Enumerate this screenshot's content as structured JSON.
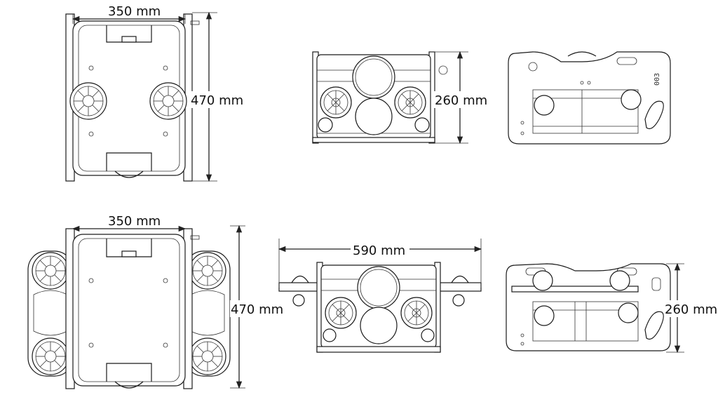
{
  "labels": {
    "top_view_width": "350 mm",
    "top_view_length": "470 mm",
    "front_view_height": "260 mm",
    "heavy_top_view_width": "350 mm",
    "heavy_top_view_length": "470 mm",
    "heavy_front_view_width": "590 mm",
    "heavy_side_view_height": "260 mm"
  },
  "side_plate_marking": "003"
}
